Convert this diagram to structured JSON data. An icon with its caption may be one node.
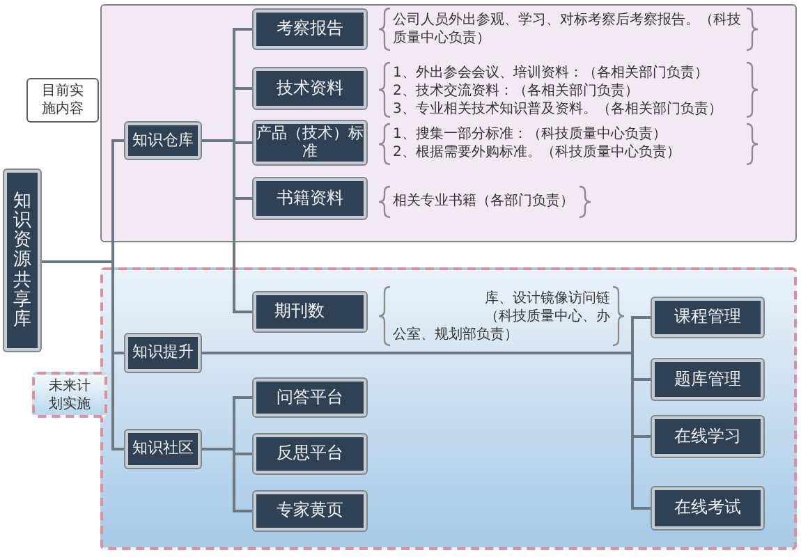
{
  "diagram": {
    "nodes": [
      {
        "text": [],
        "shape": "box"
      },
      {
        "text": [
          "目前实施内容"
        ]
      },
      {
        "text": [
          "知识仓库"
        ],
        "in": 0
      },
      {
        "text": [
          "考察报告"
        ],
        "in": 0,
        "beside": [
          "公司人员外出参观、学习、对标考察后考察报告。（科技质量中心负责）"
        ]
      },
      {
        "text": [
          "技术资料"
        ],
        "in": 0,
        "beside": [
          "1、外出参会会议、培训资料：（各相关部门负责）",
          "2、技术交流资料：（各相关部门负责）",
          "3、专业相关技术知识普及资料。（各相关部门负责）"
        ]
      },
      {
        "text": [
          "产品（技术）标准"
        ],
        "in": 0,
        "beside": [
          "1、搜集一部分标准：（科技质量中心负责）",
          "2、根据需要外购标准。（科技质量中心负责）"
        ]
      },
      {
        "text": [
          "书籍资料"
        ],
        "in": 0,
        "beside": [
          "相关专业书籍（各部门负责）"
        ]
      },
      {
        "text": [
          "知识资源共享库"
        ]
      },
      {
        "text": [],
        "shape": "box"
      },
      {
        "text": [
          "未来计划实施"
        ]
      },
      {
        "text": [
          "期刊数"
        ],
        "in": 8,
        "beside": [
          "库、设计镜像访问链",
          "（科技质量中心、办公室、规划部负责）"
        ]
      },
      {
        "text": [
          "知识提升"
        ],
        "in": 8
      },
      {
        "text": [
          "课程管理"
        ],
        "in": 8
      },
      {
        "text": [
          "题库管理"
        ],
        "in": 8
      },
      {
        "text": [
          "在线学习"
        ],
        "in": 8
      },
      {
        "text": [
          "在线考试"
        ],
        "in": 8
      },
      {
        "text": [
          "知识社区"
        ],
        "in": 8
      },
      {
        "text": [
          "问答平台"
        ],
        "in": 8
      },
      {
        "text": [
          "反思平台"
        ],
        "in": 8
      },
      {
        "text": [
          "专家黄页"
        ],
        "in": 8
      }
    ],
    "edges": [
      {
        "from": 7,
        "to": 2,
        "arrow": "none"
      },
      {
        "from": 7,
        "to": 11,
        "arrow": "none"
      },
      {
        "from": 7,
        "to": 16,
        "arrow": "none"
      },
      {
        "from": 2,
        "to": 3,
        "arrow": "none"
      },
      {
        "from": 2,
        "to": 4,
        "arrow": "none"
      },
      {
        "from": 2,
        "to": 5,
        "arrow": "none"
      },
      {
        "from": 2,
        "to": 6,
        "arrow": "none"
      },
      {
        "from": 2,
        "to": 10,
        "arrow": "none"
      },
      {
        "from": 11,
        "to": 12,
        "arrow": "none"
      },
      {
        "from": 11,
        "to": 13,
        "arrow": "none"
      },
      {
        "from": 11,
        "to": 14,
        "arrow": "none"
      },
      {
        "from": 11,
        "to": 15,
        "arrow": "none"
      },
      {
        "from": 16,
        "to": 17,
        "arrow": "none"
      },
      {
        "from": 16,
        "to": 18,
        "arrow": "none"
      },
      {
        "from": 16,
        "to": 19,
        "arrow": "none"
      }
    ]
  }
}
